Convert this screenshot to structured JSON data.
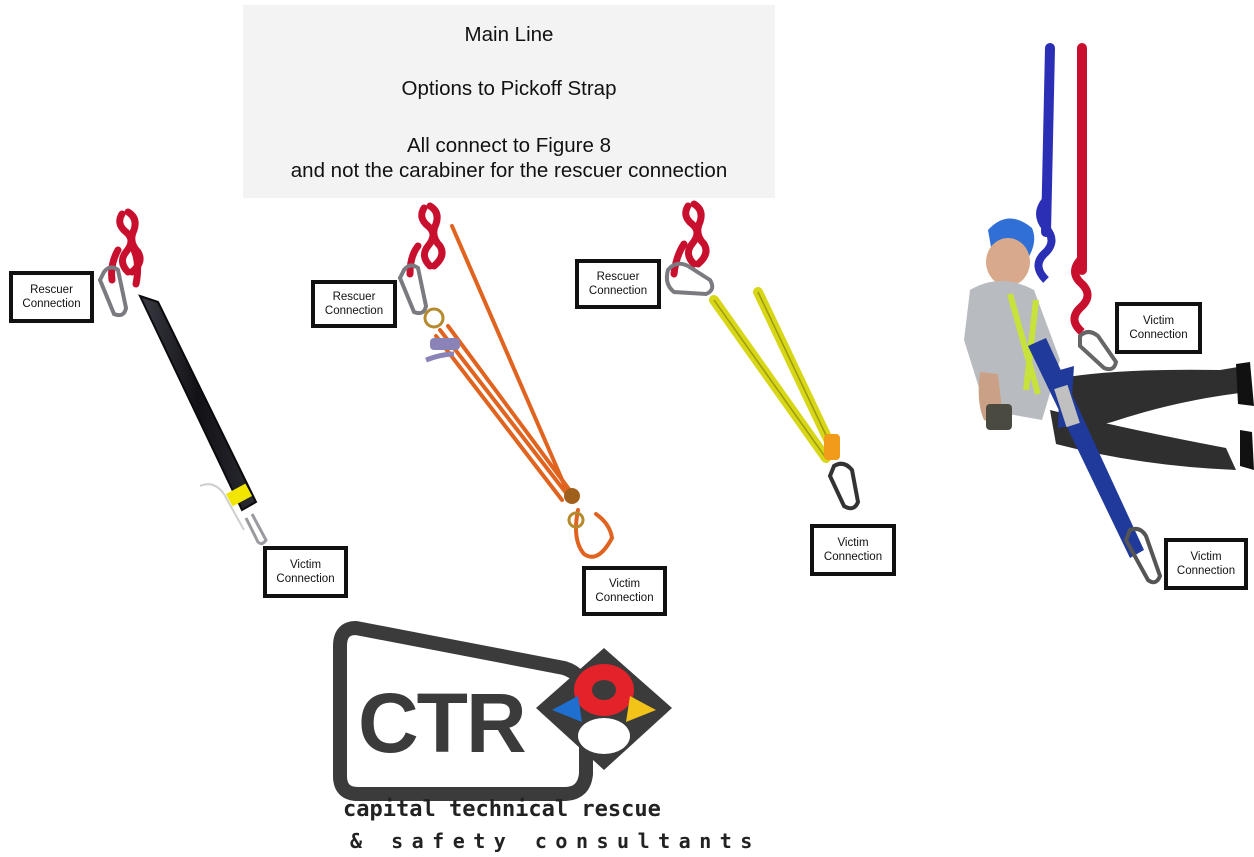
{
  "title": {
    "line1": "Main Line",
    "line2": "Options to Pickoff Strap",
    "line3": "All connect to Figure 8",
    "line4": "and not the carabiner for the rescuer connection"
  },
  "labels": {
    "rescuer_1": [
      "Rescuer",
      "Connection"
    ],
    "victim_1": [
      "Victim",
      "Connection"
    ],
    "rescuer_2": [
      "Rescuer",
      "Connection"
    ],
    "victim_2": [
      "Victim",
      "Connection"
    ],
    "rescuer_3": [
      "Rescuer",
      "Connection"
    ],
    "victim_3": [
      "Victim",
      "Connection"
    ],
    "victim_4a": [
      "Victim",
      "Connection"
    ],
    "victim_4b": [
      "Victim",
      "Connection"
    ]
  },
  "logo": {
    "mark": "CTR",
    "tagline1": "capital technical rescue",
    "tagline2": "& safety consultants"
  },
  "colors": {
    "figure8_rope": "#c8102e",
    "blue_rope": "#2b2fb5",
    "orange_cord": "#e0641f",
    "yellow_strap": "#d7d617",
    "black_strap": "#1c1c22",
    "blue_strap": "#1f3a9a",
    "logo_grey": "#3b3b3b",
    "logo_red": "#e3222a",
    "logo_blue": "#1f6fd1",
    "logo_yellow": "#f2c318"
  }
}
